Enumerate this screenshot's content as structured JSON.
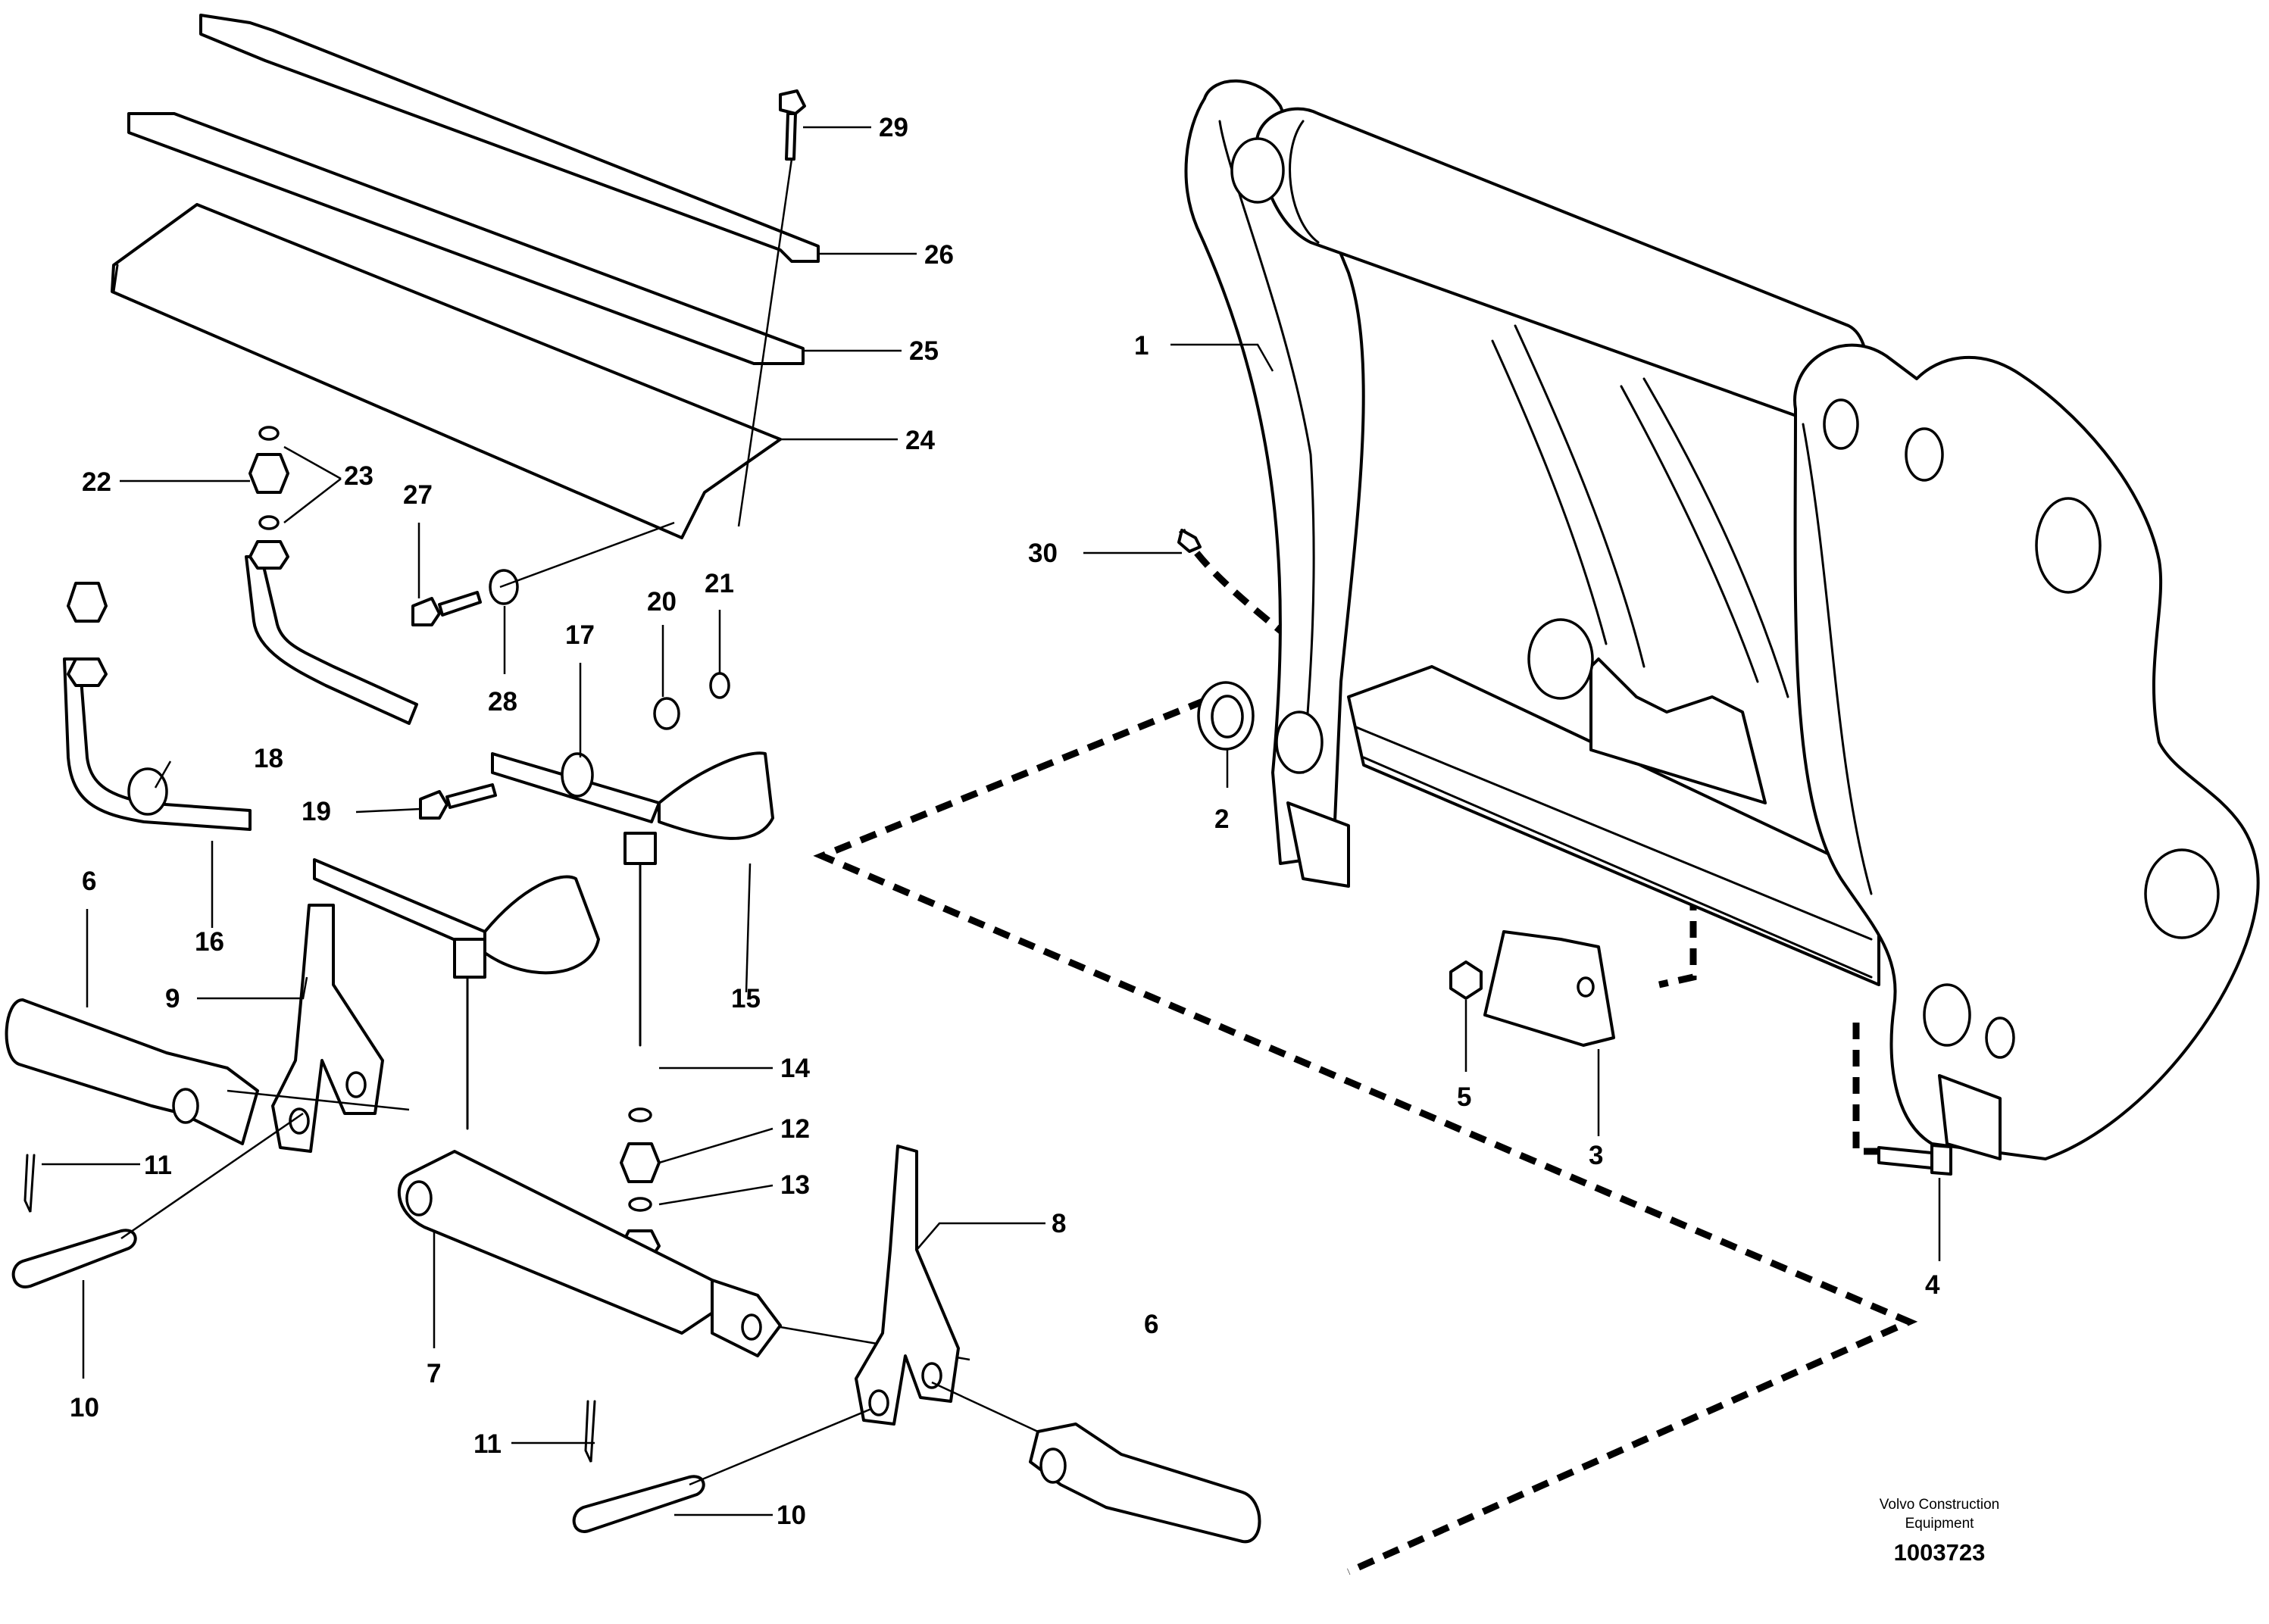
{
  "callouts": {
    "c1": "1",
    "c2": "2",
    "c3": "3",
    "c4": "4",
    "c5": "5",
    "c6a": "6",
    "c6b": "6",
    "c7": "7",
    "c8": "8",
    "c9": "9",
    "c10a": "10",
    "c10b": "10",
    "c11a": "11",
    "c11b": "11",
    "c12": "12",
    "c13": "13",
    "c14": "14",
    "c15": "15",
    "c16": "16",
    "c17": "17",
    "c18": "18",
    "c19": "19",
    "c20": "20",
    "c21": "21",
    "c22": "22",
    "c23": "23",
    "c24": "24",
    "c25": "25",
    "c26": "26",
    "c27": "27",
    "c28": "28",
    "c29": "29",
    "c30": "30"
  },
  "footer": {
    "company_line1": "Volvo Construction",
    "company_line2": "Equipment",
    "document_number": "1003723"
  }
}
